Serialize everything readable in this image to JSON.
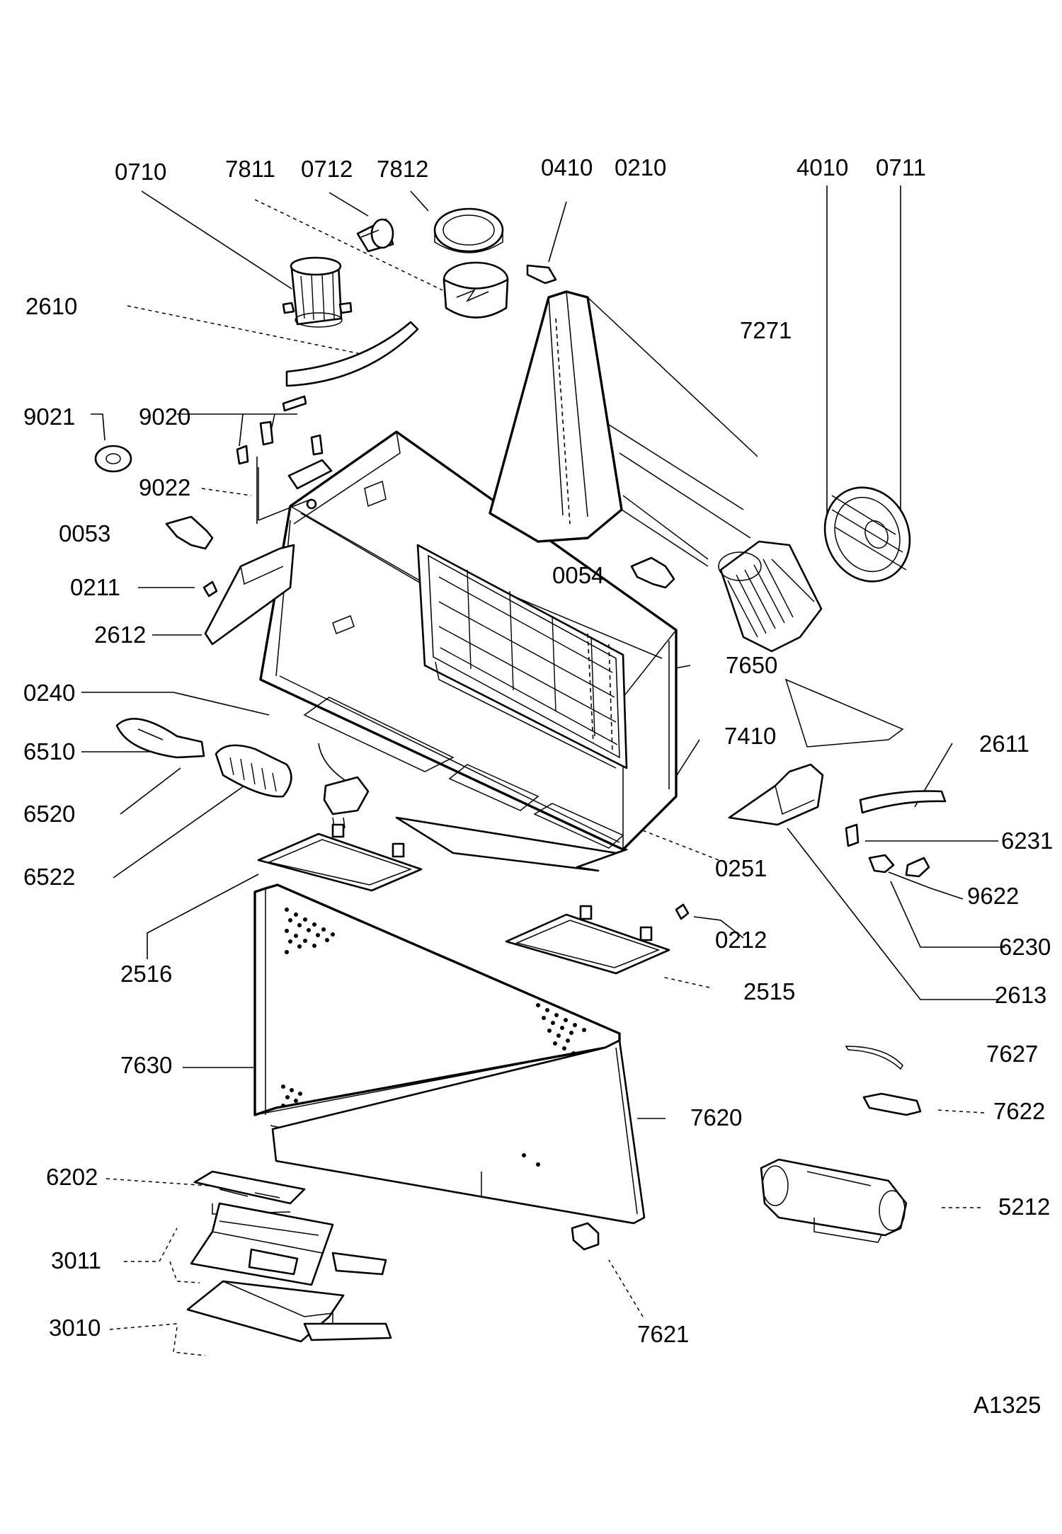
{
  "diagram_ref": "A1325",
  "part_numbers": {
    "p0710": "0710",
    "p7811": "7811",
    "p0712": "0712",
    "p7812": "7812",
    "p0410": "0410",
    "p0210": "0210",
    "p4010": "4010",
    "p0711": "0711",
    "p2610": "2610",
    "p7271": "7271",
    "p9021": "9021",
    "p9020": "9020",
    "p9022": "9022",
    "p0053": "0053",
    "p0054": "0054",
    "p0211": "0211",
    "p2612": "2612",
    "p7650": "7650",
    "p0240": "0240",
    "p7410": "7410",
    "p6510": "6510",
    "p2611": "2611",
    "p6520": "6520",
    "p6231": "6231",
    "p6522": "6522",
    "p0251": "0251",
    "p9622": "9622",
    "p6230": "6230",
    "p0212": "0212",
    "p2516": "2516",
    "p2515": "2515",
    "p2613": "2613",
    "p7627": "7627",
    "p7630": "7630",
    "p7622": "7622",
    "p7620": "7620",
    "p6202": "6202",
    "p5212": "5212",
    "p3011": "3011",
    "p3010": "3010",
    "p7621": "7621"
  }
}
